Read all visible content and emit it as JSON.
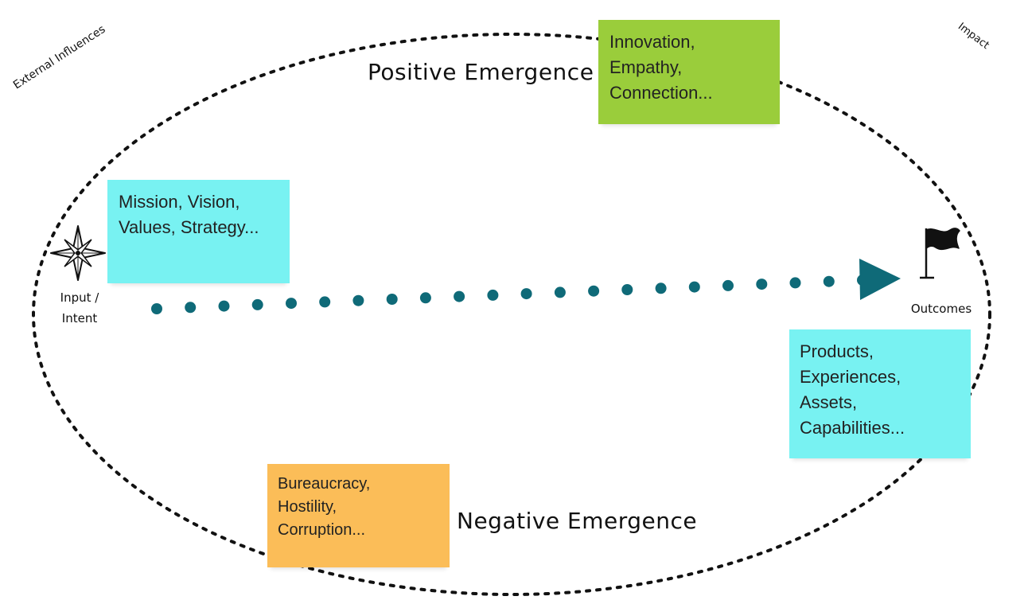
{
  "colors": {
    "cyan_note": "#78f2f2",
    "green_note": "#9acd3b",
    "orange_note": "#fbbd58",
    "arrow_teal": "#0f6a78",
    "ellipse_dots": "#111111"
  },
  "labels": {
    "external_influences": "External Influences",
    "impact": "Impact",
    "positive_emergence": "Positive Emergence",
    "negative_emergence": "Negative Emergence",
    "input_line1": "Input /",
    "input_line2": "Intent",
    "outcomes": "Outcomes"
  },
  "notes": {
    "intent": {
      "lines": [
        "Mission, Vision,",
        "Values, Strategy..."
      ]
    },
    "positive": {
      "lines": [
        "Innovation,",
        "Empathy,",
        "Connection..."
      ]
    },
    "outcomes": {
      "lines": [
        "Products,",
        "Experiences,",
        "Assets,",
        "Capabilities..."
      ]
    },
    "negative": {
      "lines": [
        "Bureaucracy,",
        "Hostility,",
        "Corruption..."
      ]
    }
  },
  "icons": {
    "input": "compass-star-icon",
    "outcome": "flag-icon"
  }
}
